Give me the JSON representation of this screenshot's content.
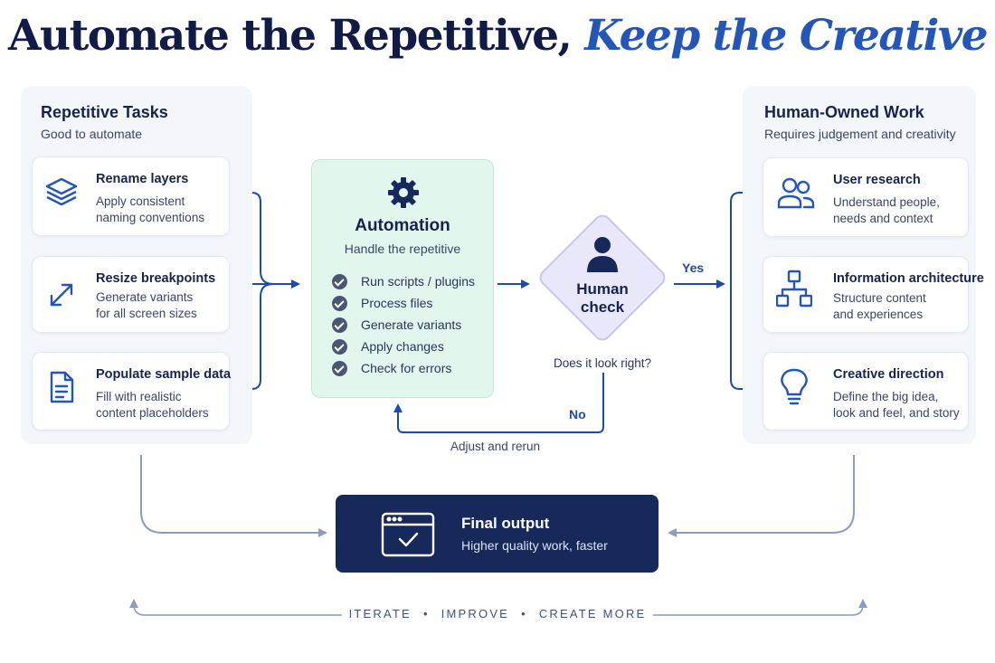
{
  "title": {
    "main": "Automate the Repetitive, ",
    "accent": "Keep the Creative"
  },
  "left_panel": {
    "title": "Repetitive Tasks",
    "subtitle": "Good to automate",
    "cards": [
      {
        "icon": "layers-icon",
        "title": "Rename layers",
        "line1": "Apply consistent",
        "line2": "naming conventions"
      },
      {
        "icon": "resize-arrows-icon",
        "title": "Resize breakpoints",
        "line1": "Generate variants",
        "line2": "for all screen sizes"
      },
      {
        "icon": "document-icon",
        "title": "Populate sample data",
        "line1": "Fill with realistic",
        "line2": "content placeholders"
      }
    ]
  },
  "automation": {
    "icon": "gear-icon",
    "title": "Automation",
    "subtitle": "Handle the repetitive",
    "items": [
      "Run scripts / plugins",
      "Process files",
      "Generate variants",
      "Apply changes",
      "Check for errors"
    ]
  },
  "human_check": {
    "icon": "person-icon",
    "title_line1": "Human",
    "title_line2": "check",
    "question": "Does it look right?",
    "yes_label": "Yes",
    "no_label": "No",
    "loop_label": "Adjust and rerun"
  },
  "right_panel": {
    "title": "Human-Owned Work",
    "subtitle": "Requires judgement and creativity",
    "cards": [
      {
        "icon": "users-icon",
        "title": "User research",
        "line1": "Understand people,",
        "line2": "needs and context"
      },
      {
        "icon": "sitemap-icon",
        "title": "Information architecture",
        "line1": "Structure content",
        "line2": "and experiences"
      },
      {
        "icon": "lightbulb-icon",
        "title": "Creative direction",
        "line1": "Define the big idea,",
        "line2": "look and feel, and story"
      }
    ]
  },
  "final_output": {
    "icon": "browser-check-icon",
    "title": "Final output",
    "subtitle": "Higher quality work, faster"
  },
  "footer": {
    "step1": "ITERATE",
    "step2": "IMPROVE",
    "step3": "CREATE MORE",
    "separator": "•"
  },
  "colors": {
    "navy": "#16295a",
    "accent_blue": "#2456b8",
    "arrow_blue": "#1f4aa8",
    "automation_bg": "#e3f6ee",
    "decision_bg": "#e9e8fb",
    "panel_bg": "#f3f6fb"
  }
}
